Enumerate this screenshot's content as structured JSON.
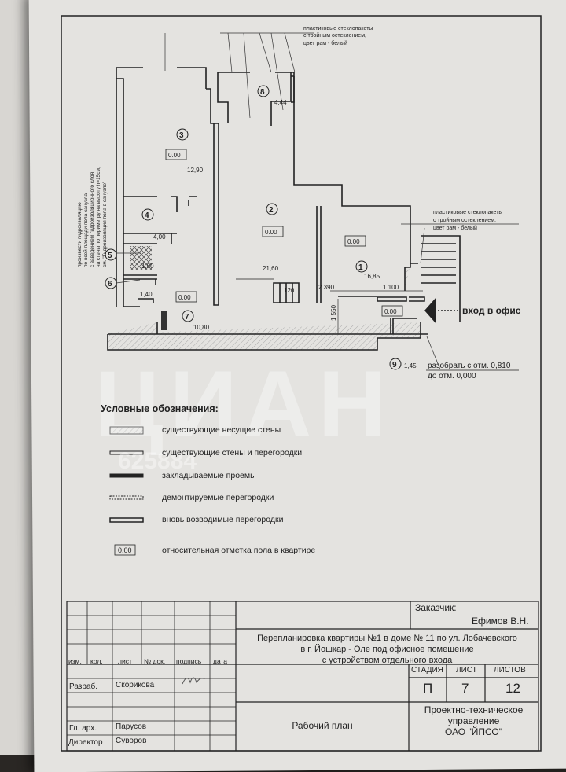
{
  "plan": {
    "window_note_top": [
      "пластиковые стеклопакеты",
      "с тройным остеклением,",
      "цвет рам - белый"
    ],
    "window_note_right": [
      "пластиковые стеклопакеты",
      "с тройным остеклением,",
      "цвет рам - белый"
    ],
    "waterproof_note": [
      "произвести гидроизоляцию",
      "по всей площади пола санузла",
      "с заведением гидроизоляционного слоя",
      "на стены по периметру на высоту h=15см,",
      "см. \"Гидроизоляция пола в санузле\""
    ],
    "rooms": [
      {
        "num": "1",
        "area": "16,85",
        "level": "0.00"
      },
      {
        "num": "2",
        "area": "21,60",
        "level": "0.00"
      },
      {
        "num": "3",
        "area": "12,90",
        "level": "0.00"
      },
      {
        "num": "4",
        "area": "4,00"
      },
      {
        "num": "5",
        "area": "1,80"
      },
      {
        "num": "6",
        "area": "1,40"
      },
      {
        "num": "7",
        "area": "10,80",
        "level": "0.00"
      },
      {
        "num": "8",
        "area": "4,44"
      },
      {
        "num": "9",
        "area": "1,45",
        "level": "0.00"
      }
    ],
    "dimensions": [
      "120",
      "2 390",
      "1 100",
      "1 550"
    ],
    "entrance": "вход в офис",
    "demolish_note": [
      "разобрать с отм. 0,810",
      "до отм. 0,000"
    ]
  },
  "legend": {
    "title": "Условные обозначения:",
    "items": [
      "существующие несущие стены",
      "существующие стены и перегородки",
      "закладываемые проемы",
      "демонтируемые перегородки",
      "вновь возводимые перегородки",
      "относительная отметка пола в квартире"
    ],
    "level_sample": "0.00"
  },
  "title_block": {
    "customer_label": "Заказчик:",
    "customer": "Ефимов В.Н.",
    "project": [
      "Перепланировка квартиры №1 в доме № 11 по ул. Лобачевского",
      "в г. Йошкар - Оле под офисное помещение",
      "с устройством отдельного входа"
    ],
    "columns": [
      "изм.",
      "кол.",
      "лист",
      "№ док.",
      "подпись",
      "дата"
    ],
    "stage_label": "СТАДИЯ",
    "sheet_label": "ЛИСТ",
    "sheets_label": "ЛИСТОВ",
    "stage": "П",
    "sheet": "7",
    "sheets": "12",
    "roles": [
      {
        "role": "Разраб.",
        "name": "Скорикова"
      },
      {
        "role": "Гл. арх.",
        "name": "Парусов"
      },
      {
        "role": "Директор",
        "name": "Суворов"
      }
    ],
    "drawing_name": "Рабочий план",
    "org": [
      "Проектно-техническое",
      "управление",
      "ОАО \"ЙПСО\""
    ]
  },
  "watermark": {
    "brand": "ЦИАН",
    "phone": "...625884"
  }
}
